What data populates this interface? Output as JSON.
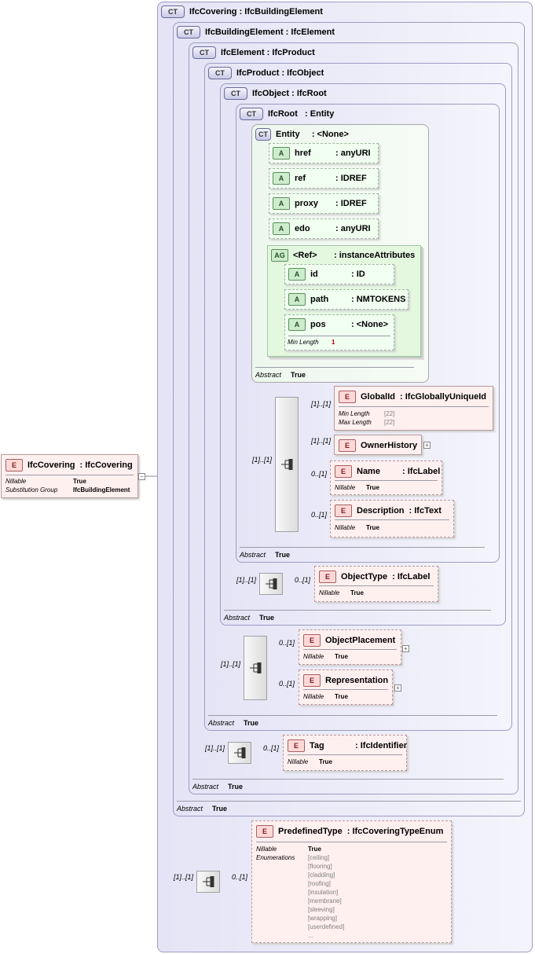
{
  "root": {
    "badge": "E",
    "name": "IfcCovering",
    "type": ": IfcCovering",
    "nillable_label": "Nillable",
    "nillable_value": "True",
    "subst_label": "Substitution Group",
    "subst_value": "IfcBuildingElement",
    "collapse_glyph": "−"
  },
  "types": {
    "badge": "CT",
    "abstract_label": "Abstract",
    "abstract_value": "True",
    "ifccovering": "IfcCovering : IfcBuildingElement",
    "ifcbuildingelement": "IfcBuildingElement : IfcElement",
    "ifcelement": "IfcElement : IfcProduct",
    "ifcproduct": "IfcProduct : IfcObject",
    "ifcobject": "IfcObject : IfcRoot",
    "ifcroot": "IfcRoot   : Entity",
    "entity": "Entity     : <None>"
  },
  "attributes": {
    "badge": "A",
    "href": {
      "name": "href",
      "type": ": anyURI"
    },
    "ref": {
      "name": "ref",
      "type": ": IDREF"
    },
    "proxy": {
      "name": "proxy",
      "type": ": IDREF"
    },
    "edo": {
      "name": "edo",
      "type": ": anyURI"
    }
  },
  "attribute_group": {
    "badge": "AG",
    "name": "<Ref>",
    "type": ": instanceAttributes",
    "id": {
      "name": "id",
      "type": ": ID"
    },
    "path": {
      "name": "path",
      "type": ": NMTOKENS"
    },
    "pos": {
      "name": "pos",
      "type": ": <None>",
      "minlen_label": "Min Length",
      "minlen_value": "1"
    }
  },
  "elements": {
    "badge": "E",
    "nillable_label": "Nillable",
    "nillable_value": "True",
    "globalid": {
      "name": "GlobalId",
      "type": ": IfcGloballyUniqueId",
      "minlen_label": "Min Length",
      "minlen_value": "[22]",
      "maxlen_label": "Max Length",
      "maxlen_value": "[22]"
    },
    "ownerhistory": {
      "name": "OwnerHistory"
    },
    "name": {
      "name": "Name",
      "type": ": IfcLabel"
    },
    "description": {
      "name": "Description",
      "type": ": IfcText"
    },
    "objecttype": {
      "name": "ObjectType",
      "type": ": IfcLabel"
    },
    "objectplacement": {
      "name": "ObjectPlacement"
    },
    "representation": {
      "name": "Representation"
    },
    "tag": {
      "name": "Tag",
      "type": ": IfcIdentifier"
    },
    "predefinedtype": {
      "name": "PredefinedType",
      "type": ": IfcCoveringTypeEnum",
      "enum_label": "Enumerations",
      "enumerations": [
        "[ceiling]",
        "[flooring]",
        "[cladding]",
        "[roofing]",
        "[insulation]",
        "[membrane]",
        "[sleeving]",
        "[wrapping]",
        "[userdefined]",
        "..."
      ]
    }
  },
  "cardinalities": {
    "one": "[1]..[1]",
    "optional": "0..[1]"
  },
  "expand_glyph": "+"
}
